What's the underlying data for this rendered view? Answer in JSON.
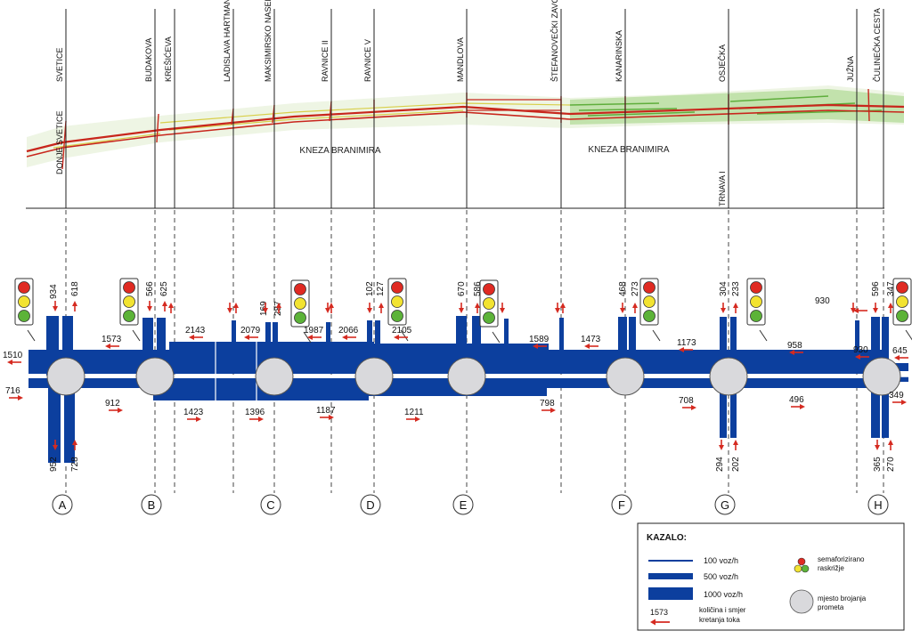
{
  "colors": {
    "flow": "#0c3f9e",
    "arrow": "#d52a20",
    "node_fill": "#d9d9dc",
    "map_road": "#c8261c",
    "map_veg": "#5fae3c",
    "map_yellow": "#d8cf4a",
    "light_red": "#e02a22",
    "light_yellow": "#f2e331",
    "light_green": "#5cb338"
  },
  "map": {
    "streets": [
      {
        "label": "SVETICE"
      },
      {
        "label": "BUDAKOVA"
      },
      {
        "label": "KREŠIĆEVA"
      },
      {
        "label": "LADISLAVA HARTMANA"
      },
      {
        "label": "MAKSIMIRSKO NASELJE II"
      },
      {
        "label": "RAVNICE II"
      },
      {
        "label": "RAVNICE V"
      },
      {
        "label": "MANDLOVA"
      },
      {
        "label": "ŠTEFANOVEČKI ZAVOJI"
      },
      {
        "label": "KANARINSKA"
      },
      {
        "label": "OSJEČKA"
      },
      {
        "label": "JUŽNA"
      },
      {
        "label": "ČULINEČKA CESTA"
      }
    ],
    "bottom_streets": [
      {
        "label": "DONJE SVETICE"
      },
      {
        "label": "TRNAVA I"
      }
    ],
    "road_labels": [
      {
        "label": "KNEZA BRANIMIRA"
      },
      {
        "label": "KNEZA BRANIMIRA"
      }
    ]
  },
  "nodes": [
    {
      "letter": "A"
    },
    {
      "letter": "B"
    },
    {
      "letter": "C"
    },
    {
      "letter": "D"
    },
    {
      "letter": "E"
    },
    {
      "letter": "F"
    },
    {
      "letter": "G"
    },
    {
      "letter": "H"
    }
  ],
  "flows_main": [
    {
      "value": "1510"
    },
    {
      "value": "716"
    },
    {
      "value": "1573"
    },
    {
      "value": "912"
    },
    {
      "value": "2143"
    },
    {
      "value": "1423"
    },
    {
      "value": "2079"
    },
    {
      "value": "1396"
    },
    {
      "value": "1987"
    },
    {
      "value": "1187"
    },
    {
      "value": "2066"
    },
    {
      "value": "2105"
    },
    {
      "value": "1211"
    },
    {
      "value": "1589"
    },
    {
      "value": "798"
    },
    {
      "value": "1473"
    },
    {
      "value": "1173"
    },
    {
      "value": "708"
    },
    {
      "value": "958"
    },
    {
      "value": "496"
    },
    {
      "value": "930"
    },
    {
      "value": "930"
    },
    {
      "value": "645"
    },
    {
      "value": "349"
    }
  ],
  "flows_side": [
    {
      "value": "934"
    },
    {
      "value": "618"
    },
    {
      "value": "952"
    },
    {
      "value": "728"
    },
    {
      "value": "566"
    },
    {
      "value": "625"
    },
    {
      "value": "169"
    },
    {
      "value": "287"
    },
    {
      "value": "102"
    },
    {
      "value": "127"
    },
    {
      "value": "670"
    },
    {
      "value": "586"
    },
    {
      "value": "468"
    },
    {
      "value": "273"
    },
    {
      "value": "304"
    },
    {
      "value": "233"
    },
    {
      "value": "294"
    },
    {
      "value": "202"
    },
    {
      "value": "596"
    },
    {
      "value": "347"
    },
    {
      "value": "365"
    },
    {
      "value": "270"
    }
  ],
  "legend": {
    "title": "KAZALO:",
    "line_100": "100 voz/h",
    "line_500": "500 voz/h",
    "line_1000": "1000 voz/h",
    "sample_value": "1573",
    "flow_desc_1": "količina i smjer",
    "flow_desc_2": "kretanja toka",
    "signal_1": "semaforizirano",
    "signal_2": "raskrižje",
    "count_1": "mjesto brojanja",
    "count_2": "prometa"
  }
}
